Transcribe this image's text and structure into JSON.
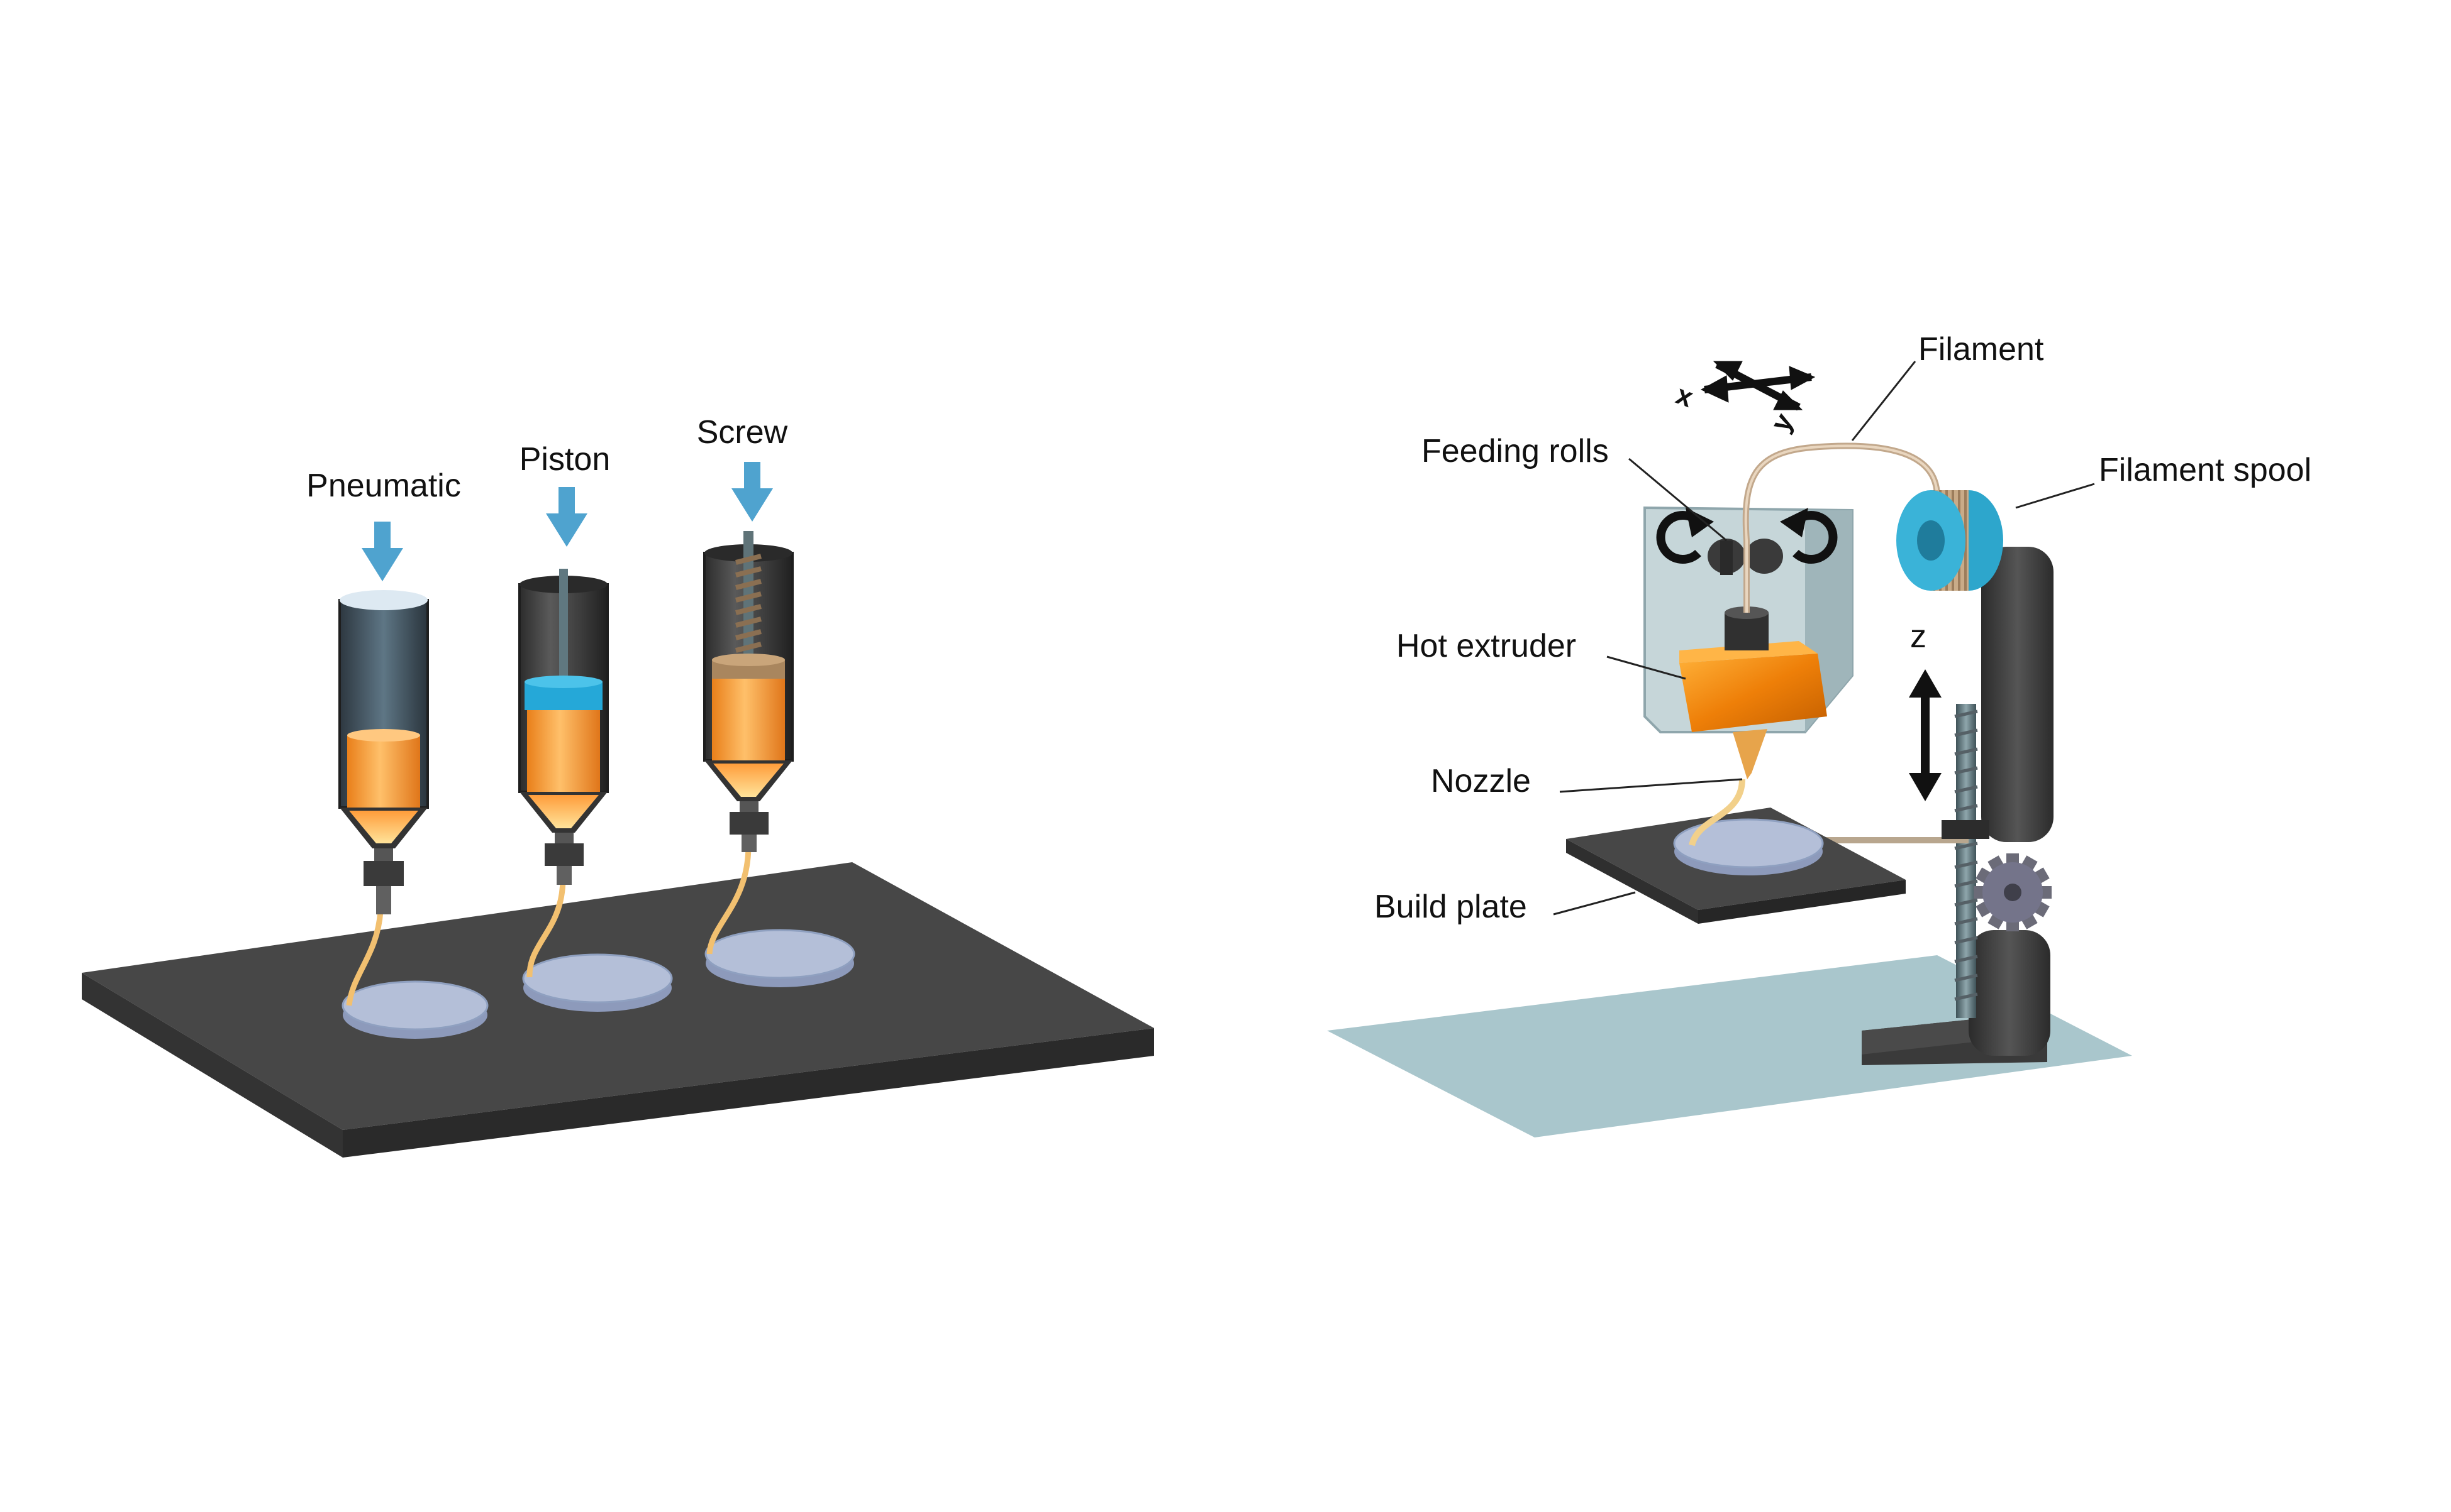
{
  "colors": {
    "arrow": "#4fa3cf",
    "platform_top": "#474747",
    "platform_side": "#2e2e2e",
    "syringe_dark": "#3f3f3f",
    "ink_orange": "#f7a23a",
    "piston_blue": "#25a8d8",
    "extruder_orange": "#ef8a0e",
    "floor": "#a9c6cc",
    "spool_blue": "#2da6cc",
    "frame": "#3d3d3d",
    "disc": "#a7b3cf"
  },
  "left_panel": {
    "labels": {
      "pneumatic": "Pneumatic",
      "piston": "Piston",
      "screw": "Screw"
    },
    "icons": [
      "down-arrow-icon",
      "down-arrow-icon",
      "down-arrow-icon"
    ]
  },
  "right_panel": {
    "labels": {
      "filament": "Filament",
      "feeding_rolls": "Feeding rolls",
      "filament_spool": "Filament spool",
      "hot_extruder": "Hot extruder",
      "nozzle": "Nozzle",
      "build_plate": "Build plate",
      "axis_x": "x",
      "axis_y": "y",
      "axis_z": "z"
    },
    "icons": [
      "xy-move-arrows-icon",
      "rotate-ccw-icon",
      "rotate-cw-icon",
      "z-double-arrow-icon",
      "gear-icon"
    ]
  }
}
